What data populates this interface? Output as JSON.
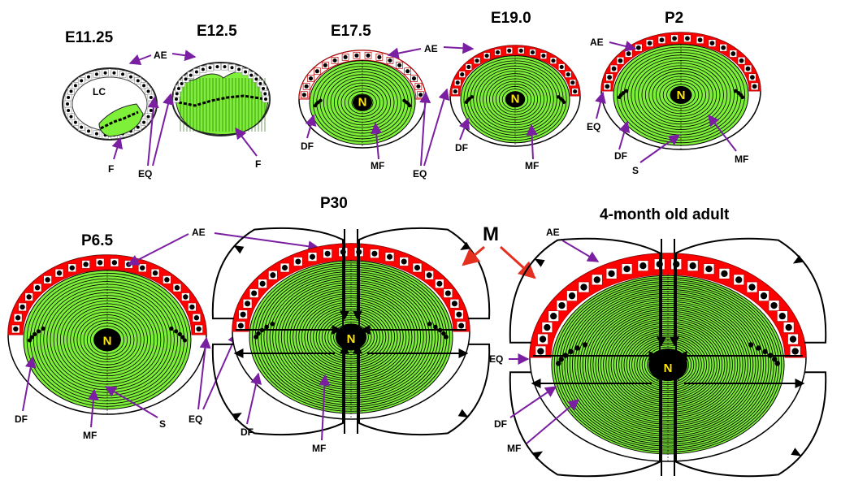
{
  "stages": {
    "e11": "E11.25",
    "e12": "E12.5",
    "e17": "E17.5",
    "e19": "E19.0",
    "p2": "P2",
    "p6": "P6.5",
    "p30": "P30",
    "adult": "4-month old adult"
  },
  "labels": {
    "lc": "LC",
    "ae": "AE",
    "eq": "EQ",
    "f": "F",
    "df": "DF",
    "mf": "MF",
    "s": "S",
    "n": "N",
    "m": "M"
  },
  "colors": {
    "fiber": "#7ff03a",
    "epithelium": "#ff0000",
    "arrow_purple": "#7b1fa2",
    "arrow_red": "#e53020",
    "nucleus_text": "#ffe600"
  }
}
